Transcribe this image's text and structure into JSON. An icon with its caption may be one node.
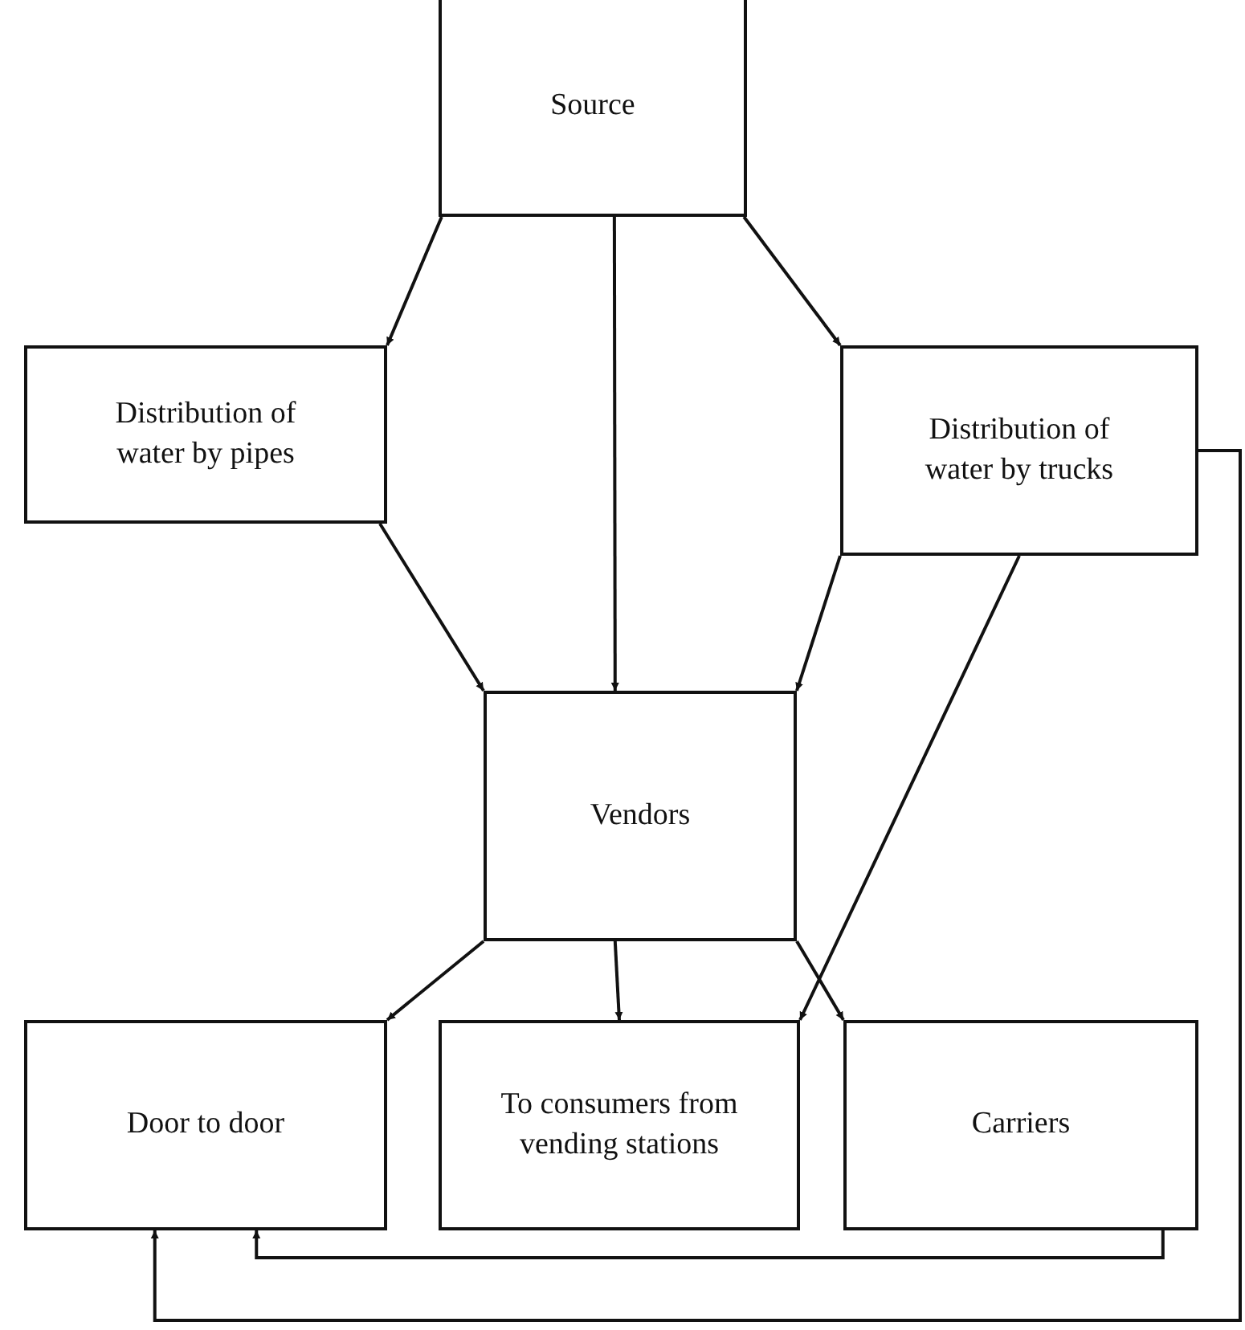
{
  "diagram": {
    "nodes": [
      {
        "text": [
          "Source"
        ]
      },
      {
        "text": [
          "Distribution of water by pipes"
        ]
      },
      {
        "text": [
          "Distribution of water by trucks"
        ]
      },
      {
        "text": [
          "Vendors"
        ]
      },
      {
        "text": [
          "Door to door"
        ]
      },
      {
        "text": [
          "To consumers from vending stations"
        ]
      },
      {
        "text": [
          "Carriers"
        ]
      }
    ],
    "edges": [
      {
        "from": 0,
        "to": 1,
        "arrow": "to"
      },
      {
        "from": 0,
        "to": 3,
        "arrow": "to"
      },
      {
        "from": 0,
        "to": 2,
        "arrow": "to"
      },
      {
        "from": 1,
        "to": 3,
        "arrow": "to"
      },
      {
        "from": 2,
        "to": 3,
        "arrow": "to"
      },
      {
        "from": 2,
        "to": 5,
        "arrow": "to"
      },
      {
        "from": 3,
        "to": 4,
        "arrow": "to"
      },
      {
        "from": 3,
        "to": 5,
        "arrow": "to"
      },
      {
        "from": 3,
        "to": 6,
        "arrow": "to"
      },
      {
        "from": 6,
        "to": 4,
        "arrow": "to"
      },
      {
        "from": 2,
        "to": 4,
        "arrow": "to"
      }
    ]
  }
}
